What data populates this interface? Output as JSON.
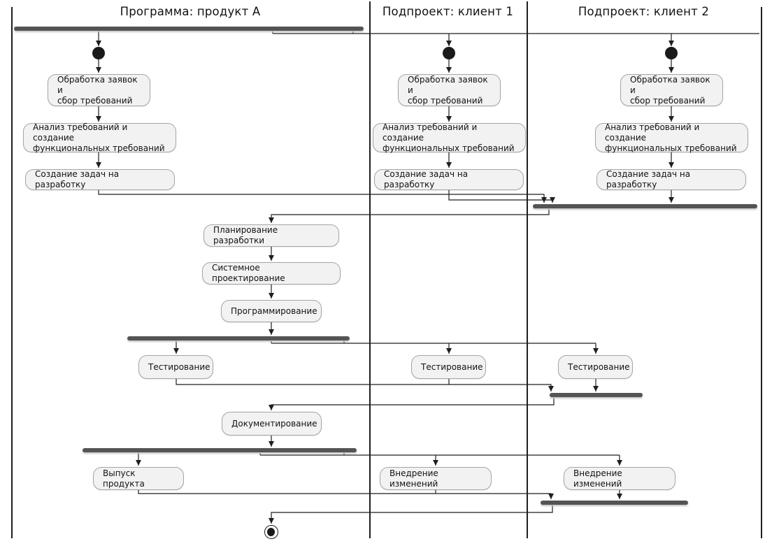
{
  "diagram": {
    "type": "activity-swimlane-flowchart",
    "lanes": [
      {
        "label": "Программа: продукт А"
      },
      {
        "label": "Подпроект: клиент 1"
      },
      {
        "label": "Подпроект: клиент 2"
      }
    ]
  },
  "activities": [
    {
      "lane": 0,
      "label": "Обработка заявок и\nсбор требований"
    },
    {
      "lane": 1,
      "label": "Обработка заявок и\nсбор требований"
    },
    {
      "lane": 2,
      "label": "Обработка заявок и\nсбор требований"
    },
    {
      "lane": 0,
      "label": "Анализ требований и создание\nфункциональных требований"
    },
    {
      "lane": 1,
      "label": "Анализ требований и создание\nфункциональных требований"
    },
    {
      "lane": 2,
      "label": "Анализ требований и создание\nфункциональных требований"
    },
    {
      "lane": 0,
      "label": "Создание задач на разработку"
    },
    {
      "lane": 1,
      "label": "Создание задач на разработку"
    },
    {
      "lane": 2,
      "label": "Создание задач на разработку"
    },
    {
      "lane": 0,
      "label": "Планирование разработки"
    },
    {
      "lane": 0,
      "label": "Системное проектирование"
    },
    {
      "lane": 0,
      "label": "Программирование"
    },
    {
      "lane": 0,
      "label": "Тестирование"
    },
    {
      "lane": 1,
      "label": "Тестирование"
    },
    {
      "lane": 2,
      "label": "Тестирование"
    },
    {
      "lane": 0,
      "label": "Документирование"
    },
    {
      "lane": 0,
      "label": "Выпуск продукта"
    },
    {
      "lane": 1,
      "label": "Внедрение изменений"
    },
    {
      "lane": 2,
      "label": "Внедрение изменений"
    }
  ],
  "colors": {
    "background": "#ffffff",
    "activity_fill": "#f2f2f2",
    "activity_border": "#a5a5a5",
    "fork_join_bar": "#545454",
    "connector": "#1f1f1f",
    "lane_border": "#1f1f1f",
    "text": "#121212"
  }
}
